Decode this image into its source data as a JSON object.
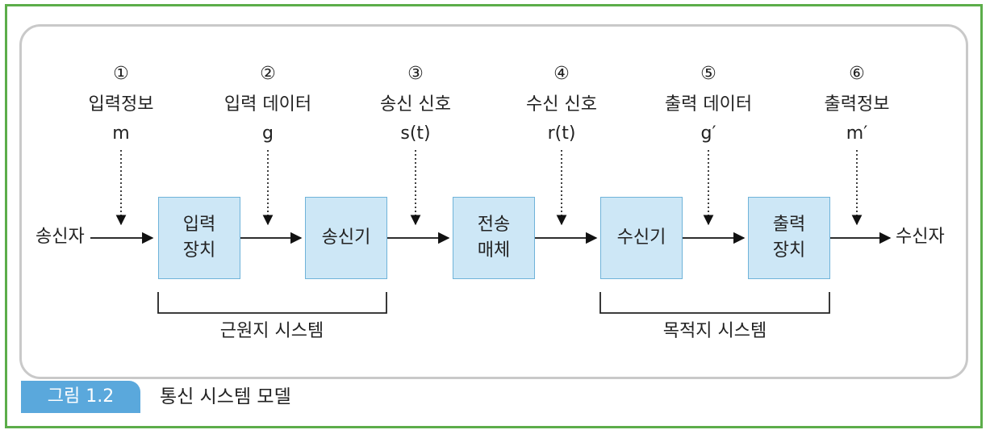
{
  "steps": [
    {
      "num": "①",
      "label": "입력정보",
      "symbol": "m"
    },
    {
      "num": "②",
      "label": "입력 데이터",
      "symbol": "g"
    },
    {
      "num": "③",
      "label": "송신 신호",
      "symbol": "s(t)"
    },
    {
      "num": "④",
      "label": "수신 신호",
      "symbol": "r(t)"
    },
    {
      "num": "⑤",
      "label": "출력 데이터",
      "symbol": "g′"
    },
    {
      "num": "⑥",
      "label": "출력정보",
      "symbol": "m′"
    }
  ],
  "sender": "송신자",
  "receiver": "수신자",
  "boxes": [
    {
      "line1": "입력",
      "line2": "장치"
    },
    {
      "line1": "송신기",
      "line2": ""
    },
    {
      "line1": "전송",
      "line2": "매체"
    },
    {
      "line1": "수신기",
      "line2": ""
    },
    {
      "line1": "출력",
      "line2": "장치"
    }
  ],
  "systems": {
    "source": "근원지 시스템",
    "destination": "목적지 시스템"
  },
  "figure": {
    "label": "그림 1.2",
    "caption": "통신 시스템 모델"
  }
}
